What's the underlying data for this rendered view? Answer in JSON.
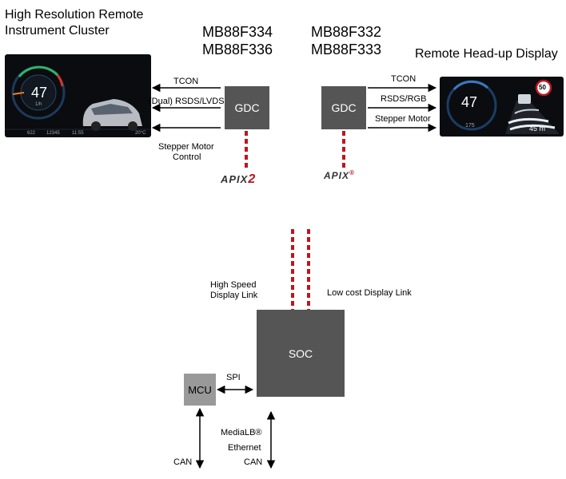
{
  "cluster": {
    "title_line1": "High Resolution Remote",
    "title_line2": "Instrument Cluster",
    "speed": "47",
    "gear_text": "1/h",
    "status": [
      "622",
      "12345",
      "11:55",
      "20°C"
    ]
  },
  "parts_left": [
    "MB88F334",
    "MB88F336"
  ],
  "parts_right": [
    "MB88F332",
    "MB88F333"
  ],
  "hud": {
    "title": "Remote Head-up Display",
    "speed": "47",
    "sub": "175",
    "limit": "50",
    "distance": "45 m"
  },
  "gdc_label": "GDC",
  "left_links": {
    "tcon": "TCON",
    "rsds": "(Dual) RSDS/LVDS",
    "stepper_line1": "Stepper Motor",
    "stepper_line2": "Control"
  },
  "right_links": {
    "tcon": "TCON",
    "rsds": "RSDS/RGB",
    "stepper": "Stepper Motor"
  },
  "apix_left": {
    "text": "APIX",
    "suffix": "2"
  },
  "apix_right": {
    "text": "APIX",
    "suffix": "®"
  },
  "soc": {
    "label": "SOC",
    "high_speed_line1": "High Speed",
    "high_speed_line2": "Display Link",
    "low_cost": "Low cost Display Link"
  },
  "mcu": {
    "label": "MCU",
    "spi": "SPI",
    "can": "CAN"
  },
  "soc_bus": {
    "line1": "MediaLB®",
    "line2": "Ethernet",
    "line3": "CAN"
  },
  "colors": {
    "box": "#555555",
    "mcu": "#999999",
    "link": "#c0141e",
    "apix_red": "#c0141e"
  }
}
